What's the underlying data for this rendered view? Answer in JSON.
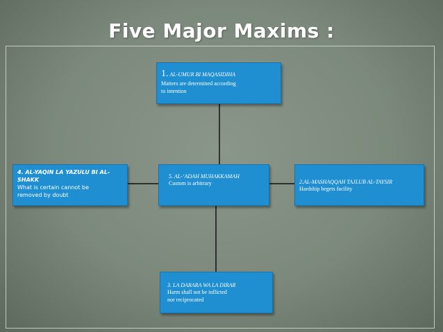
{
  "title": "Five Major Maxims :",
  "colors": {
    "box_fill": "#1f8fd2",
    "connector": "#111111",
    "title": "#ffffff"
  },
  "boxes": {
    "maxim1": {
      "number": "1.",
      "heading": "AL-UMUR BI MAQASIDIHA",
      "meaning_line1": "Matters are determined according",
      "meaning_line2": "to intention"
    },
    "maxim2": {
      "heading": "2.AL-MASHAQQAH TAJLUB AL-TAYSIR",
      "meaning": "Hardship begets facility"
    },
    "maxim3": {
      "heading": "3. LA DARARA WA LA DIRAR",
      "meaning_line1": "Harm shall not be inflicted",
      "meaning_line2": "nor reciprocated"
    },
    "maxim4": {
      "heading_line1": "4. AL-YAQIN LA YAZULU BI AL-",
      "heading_line2": "SHAKK",
      "meaning_line1": "What is certain cannot be",
      "meaning_line2": "removed by doubt"
    },
    "maxim5": {
      "heading": "5. AL-‘ADAH MUHAKKAMAH",
      "meaning": "Custom is arbitrary"
    }
  }
}
